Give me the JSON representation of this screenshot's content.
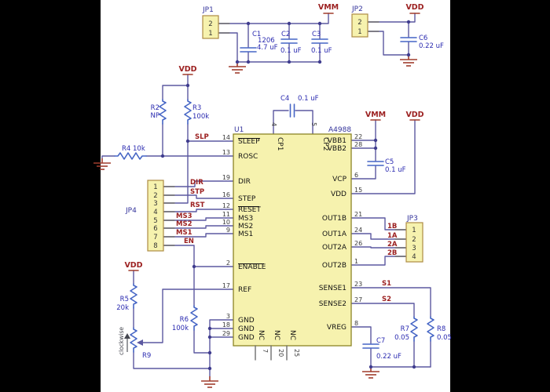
{
  "ic": {
    "ref": "U1",
    "part": "A4988",
    "left_pins": [
      {
        "n": "14",
        "name": "SLEEP"
      },
      {
        "n": "13",
        "name": "ROSC"
      },
      {
        "n": "19",
        "name": "DIR"
      },
      {
        "n": "16",
        "name": "STEP"
      },
      {
        "n": "12",
        "name": "RESET"
      },
      {
        "n": "11",
        "name": "MS3"
      },
      {
        "n": "10",
        "name": "MS2"
      },
      {
        "n": "9",
        "name": "MS1"
      },
      {
        "n": "2",
        "name": "ENABLE"
      },
      {
        "n": "17",
        "name": "REF"
      },
      {
        "n": "3",
        "name": "GND"
      },
      {
        "n": "18",
        "name": "GND"
      },
      {
        "n": "29",
        "name": "GND"
      }
    ],
    "right_pins": [
      {
        "n": "22",
        "name": "VBB1"
      },
      {
        "n": "28",
        "name": "VBB2"
      },
      {
        "n": "6",
        "name": "VCP"
      },
      {
        "n": "15",
        "name": "VDD"
      },
      {
        "n": "21",
        "name": "OUT1B"
      },
      {
        "n": "24",
        "name": "OUT1A"
      },
      {
        "n": "26",
        "name": "OUT2A"
      },
      {
        "n": "1",
        "name": "OUT2B"
      },
      {
        "n": "23",
        "name": "SENSE1"
      },
      {
        "n": "27",
        "name": "SENSE2"
      },
      {
        "n": "8",
        "name": "VREG"
      }
    ],
    "top_pins": [
      {
        "n": "4",
        "name": "CP1"
      },
      {
        "n": "5",
        "name": "CP2"
      }
    ],
    "bottom_pins": [
      {
        "n": "7",
        "name": "NC"
      },
      {
        "n": "20",
        "name": "NC"
      },
      {
        "n": "25",
        "name": "NC"
      }
    ]
  },
  "connectors": {
    "jp1": {
      "label": "JP1",
      "pins": [
        "2",
        "1"
      ]
    },
    "jp2": {
      "label": "JP2",
      "pins": [
        "2",
        "1"
      ]
    },
    "jp3": {
      "label": "JP3",
      "pins": [
        "1",
        "2",
        "3",
        "4"
      ]
    },
    "jp4": {
      "label": "JP4",
      "pins": [
        "1",
        "2",
        "3",
        "4",
        "5",
        "6",
        "7",
        "8"
      ]
    }
  },
  "capacitors": {
    "c1": {
      "ref": "C1",
      "size": "1206",
      "value": "4.7 uF"
    },
    "c2": {
      "ref": "C2",
      "value": "0.1 uF"
    },
    "c3": {
      "ref": "C3",
      "value": "0.1 uF"
    },
    "c4": {
      "ref": "C4",
      "value": "0.1 uF"
    },
    "c5": {
      "ref": "C5",
      "value": "0.1 uF"
    },
    "c6": {
      "ref": "C6",
      "value": "0.22 uF"
    },
    "c7": {
      "ref": "C7",
      "value": "0.22 uF"
    }
  },
  "resistors": {
    "r2": {
      "ref": "R2",
      "value": "NP"
    },
    "r3": {
      "ref": "R3",
      "value": "100k"
    },
    "r4": {
      "label": "R4 10k"
    },
    "r5": {
      "ref": "R5",
      "value": "20k"
    },
    "r6": {
      "ref": "R6",
      "value": "100k"
    },
    "r7": {
      "ref": "R7",
      "value": "0.05"
    },
    "r8": {
      "ref": "R8",
      "value": "0.05"
    },
    "r9": {
      "ref": "R9",
      "note": "clockwise"
    }
  },
  "power": {
    "vdd": "VDD",
    "vmm": "VMM"
  },
  "nets": {
    "slp": "SLP",
    "dir": "DIR",
    "stp": "STP",
    "rst": "RST",
    "ms3": "MS3",
    "ms2": "MS2",
    "ms1": "MS1",
    "en": "EN",
    "out1b": "1B",
    "out1a": "1A",
    "out2a": "2A",
    "out2b": "2B",
    "s1": "S1",
    "s2": "S2"
  },
  "colors": {
    "wire": "#5c58a0",
    "component": "#4565c5",
    "power_symbol": "#a03d2d",
    "net_label": "#9c2121",
    "reference_text": "#2a2ab0",
    "ic_fill": "#f6f2ae",
    "ic_border": "#8c8425",
    "connector_border": "#ad8b44"
  }
}
